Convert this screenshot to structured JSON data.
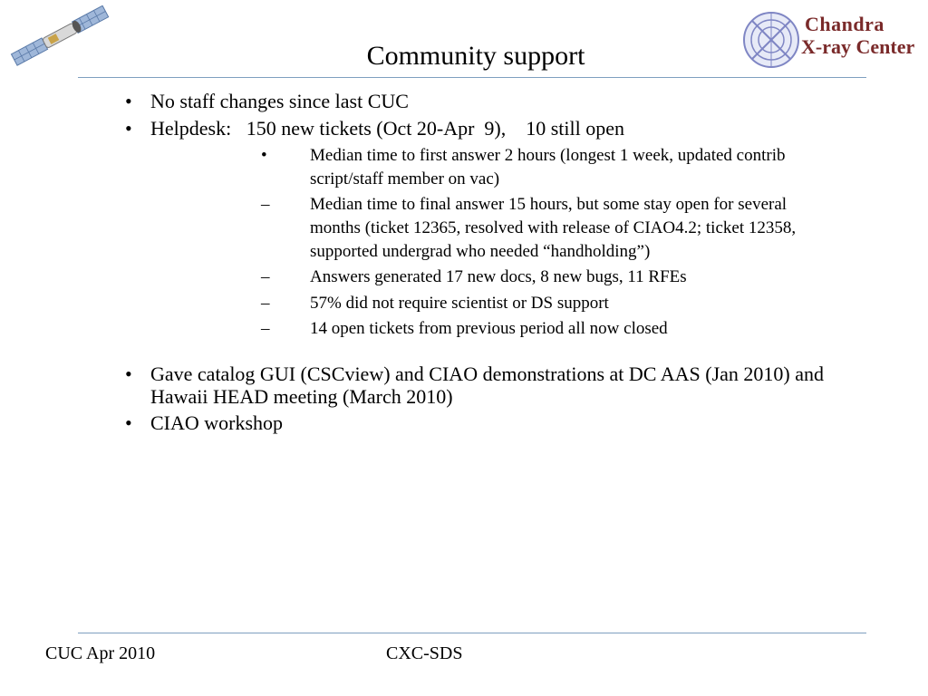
{
  "slide": {
    "title": "Community support",
    "logo": {
      "line1": "Chandra",
      "line2": "X-ray Center"
    },
    "bullets": [
      {
        "mark": "•",
        "text": "No staff changes since last CUC"
      },
      {
        "mark": "•",
        "text": "Helpdesk:   150 new tickets (Oct 20-Apr  9),    10 still open"
      }
    ],
    "sub_bullets": [
      {
        "mark": "•",
        "text": "Median time to first answer 2 hours (longest 1 week, updated contrib script/staff member on vac)"
      },
      {
        "mark": "–",
        "text": "Median time to final answer 15 hours, but some stay open for several months (ticket 12365, resolved with release of CIAO4.2; ticket 12358, supported undergrad who needed “handholding”)"
      },
      {
        "mark": "–",
        "text": "Answers generated 17 new docs, 8 new bugs, 11 RFEs"
      },
      {
        "mark": "–",
        "text": "57% did not require scientist or DS support"
      },
      {
        "mark": "–",
        "text": "14 open tickets from previous period all now closed"
      }
    ],
    "bullets_after": [
      {
        "mark": "•",
        "text": "Gave catalog GUI  (CSCview) and CIAO demonstrations at DC AAS (Jan 2010)   and Hawaii HEAD meeting (March 2010)"
      },
      {
        "mark": "•",
        "text": "CIAO workshop"
      }
    ],
    "footer": {
      "left": "CUC Apr 2010",
      "center": "CXC-SDS"
    }
  }
}
